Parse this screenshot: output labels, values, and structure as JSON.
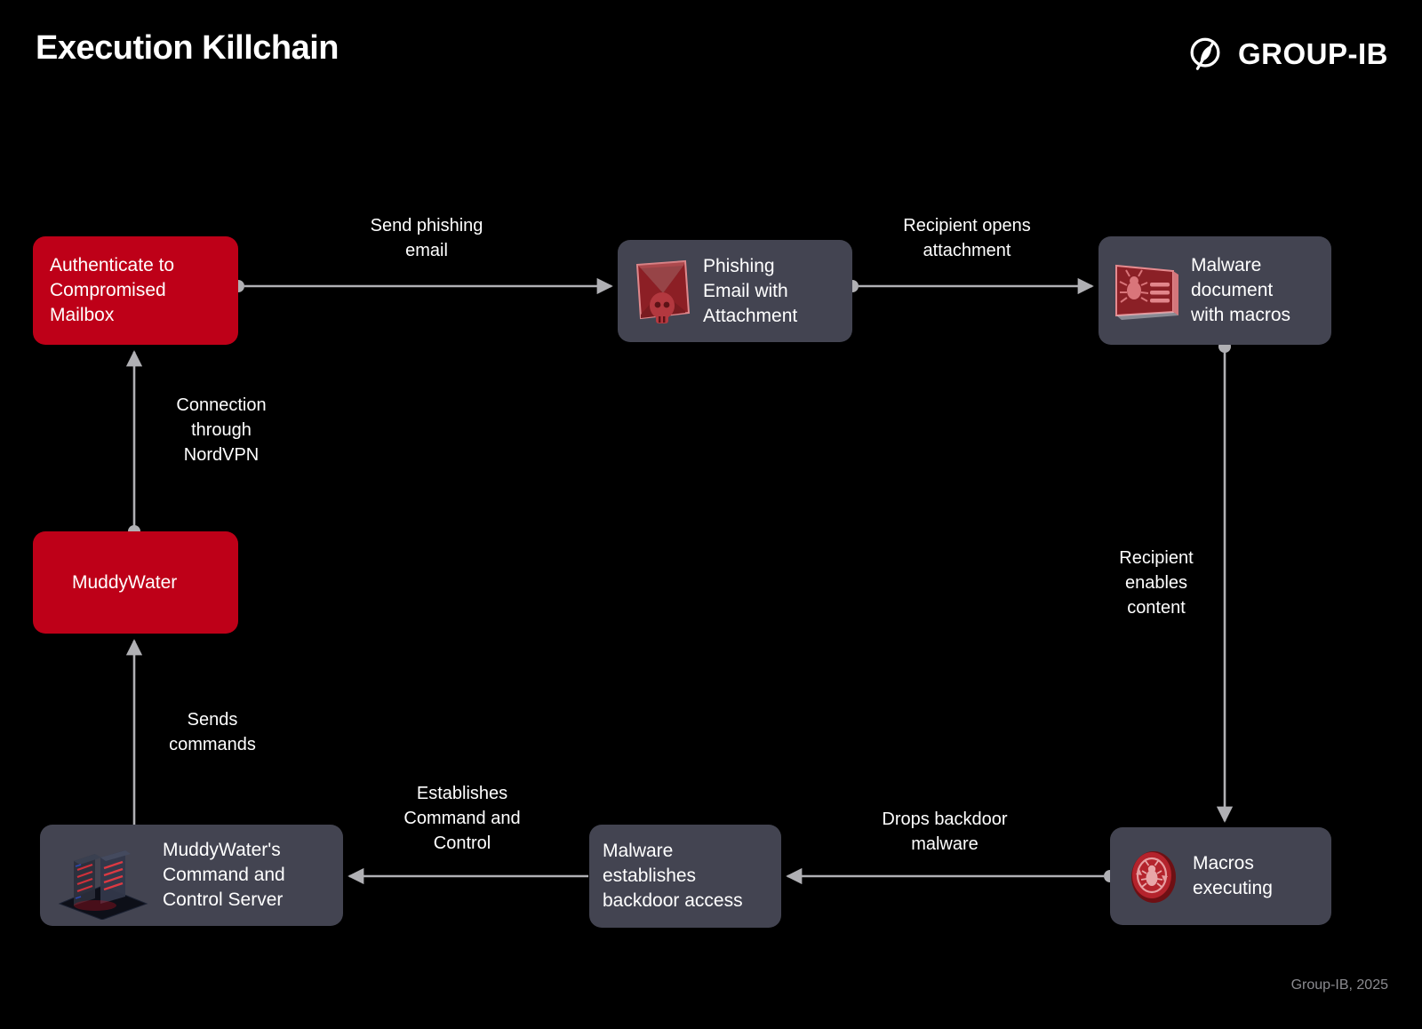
{
  "header": {
    "title": "Execution Killchain",
    "brand": "GROUP-IB",
    "brand_icon": "group-ib-leaf-logo"
  },
  "colors": {
    "background": "#000000",
    "accent_red": "#BE0018",
    "node_gray": "#434451",
    "wire": "#b0b0b4",
    "text": "#ffffff",
    "footer_text": "#8b8b90"
  },
  "nodes": [
    {
      "id": "authenticate",
      "label": "Authenticate to\nCompromised\nMailbox",
      "style": "red",
      "icon": null
    },
    {
      "id": "muddywater",
      "label": "MuddyWater",
      "style": "red",
      "icon": null
    },
    {
      "id": "c2server",
      "label": "MuddyWater's\nCommand and\nControl Server",
      "style": "gray",
      "icon": "server-rack-icon"
    },
    {
      "id": "phishing_email",
      "label": "Phishing\nEmail with\nAttachment",
      "style": "gray",
      "icon": "phishing-envelope-skull-icon"
    },
    {
      "id": "malware_doc",
      "label": "Malware\ndocument\nwith macros",
      "style": "gray",
      "icon": "malware-document-bug-icon"
    },
    {
      "id": "macros_exec",
      "label": "Macros\nexecuting",
      "style": "gray",
      "icon": "macro-bug-circle-icon"
    },
    {
      "id": "backdoor",
      "label": "Malware\nestablishes\nbackdoor access",
      "style": "gray",
      "icon": null
    }
  ],
  "edges": [
    {
      "id": "e1",
      "from": "authenticate",
      "to": "phishing_email",
      "label": "Send phishing\nemail"
    },
    {
      "id": "e2",
      "from": "phishing_email",
      "to": "malware_doc",
      "label": "Recipient opens\nattachment"
    },
    {
      "id": "e3",
      "from": "muddywater",
      "to": "authenticate",
      "label": "Connection\nthrough\nNordVPN"
    },
    {
      "id": "e4",
      "from": "c2server",
      "to": "muddywater",
      "label": "Sends\ncommands"
    },
    {
      "id": "e5",
      "from": "malware_doc",
      "to": "macros_exec",
      "label": "Recipient\nenables\ncontent"
    },
    {
      "id": "e6",
      "from": "macros_exec",
      "to": "backdoor",
      "label": "Drops backdoor\nmalware"
    },
    {
      "id": "e7",
      "from": "backdoor",
      "to": "c2server",
      "label": "Establishes\nCommand and\nControl"
    }
  ],
  "footer": {
    "credit": "Group-IB, 2025"
  }
}
